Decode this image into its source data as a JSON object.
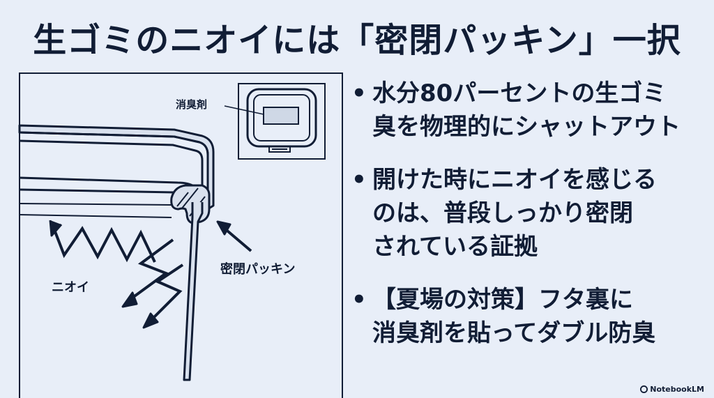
{
  "title": "生ゴミのニオイには「密閉パッキン」一択",
  "diagram": {
    "label_deodorant": "消臭剤",
    "label_odor": "ニオイ",
    "label_packing": "密閉パッキン"
  },
  "bullets": [
    {
      "text": "水分80パーセントの生ゴミ\n臭を物理的にシャットアウト"
    },
    {
      "text": "開けた時にニオイを感じる\nのは、普段しっかり密閉\nされている証拠"
    },
    {
      "text": "【夏場の対策】フタ裏に\n消臭剤を貼ってダブル防臭"
    }
  ],
  "brand": "NotebookLM",
  "colors": {
    "background": "#e8eef8",
    "ink": "#111d35",
    "lid_fill": "#d9e1ee"
  }
}
